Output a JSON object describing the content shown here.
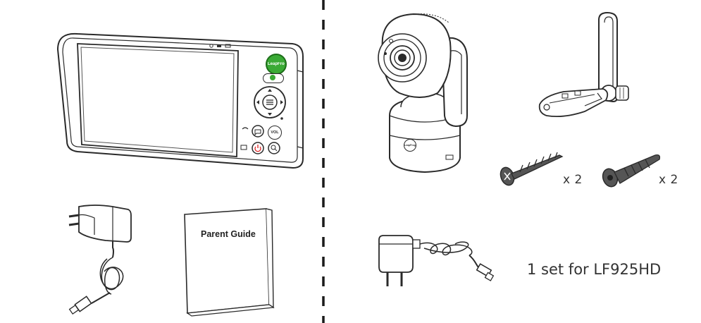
{
  "monitor": {
    "brand_badge": "LeapFrog",
    "volume_button": "VOL"
  },
  "parent_guide": {
    "title": "Parent Guide"
  },
  "wall_screw": {
    "quantity": "x 2"
  },
  "wall_anchor": {
    "quantity": "x 2"
  },
  "camera": {
    "brand_badge": "LeapFrog"
  },
  "camera_set_caption": "1 set for LF925HD"
}
